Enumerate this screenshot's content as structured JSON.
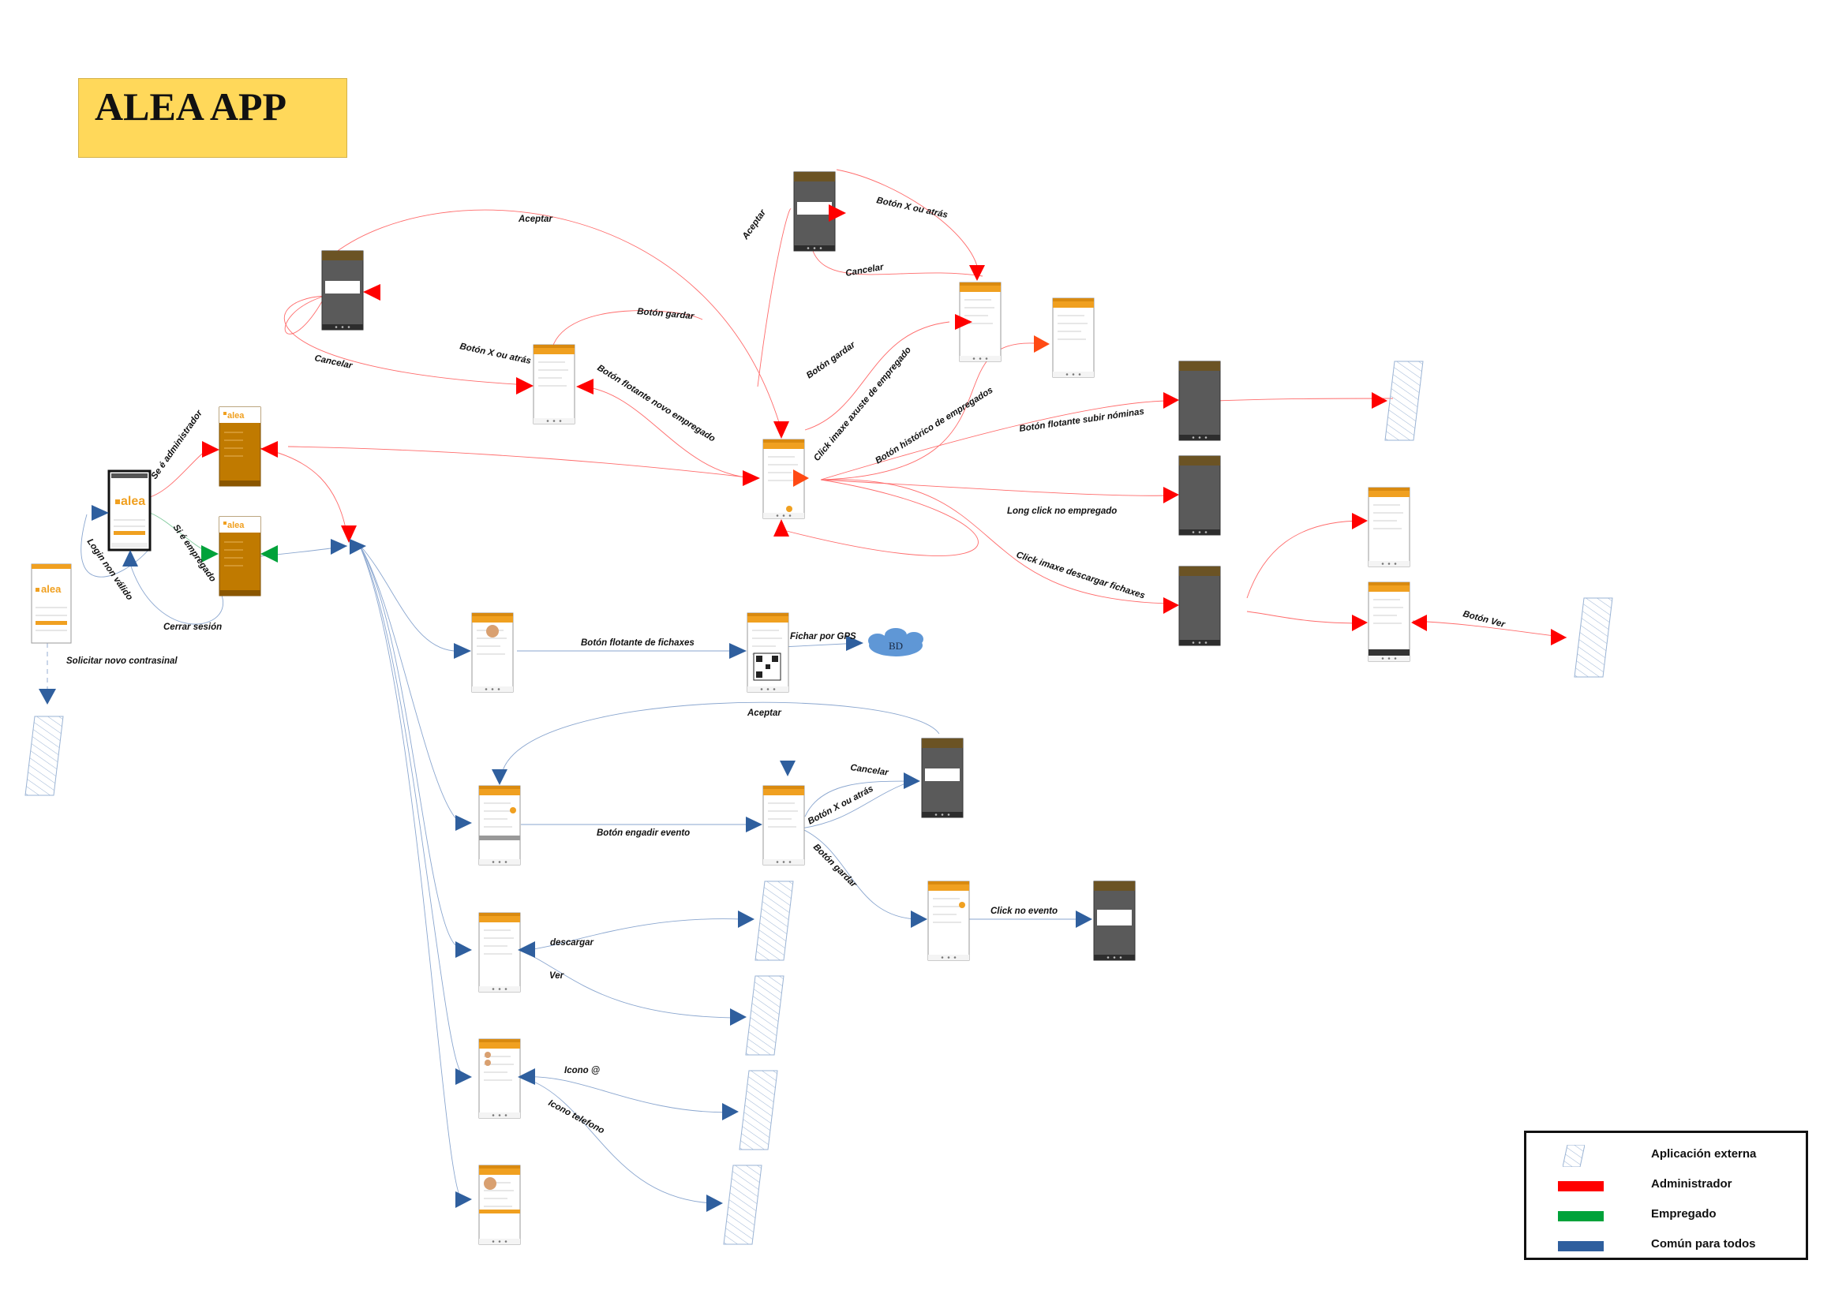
{
  "title": "ALEA APP",
  "colors": {
    "admin": "#ff0000",
    "empregado": "#00a23a",
    "comun": "#2f5f9e",
    "title_bg": "#ffd85a",
    "app_header": "#f0a020",
    "drawer_bg": "#c07a00",
    "cloud": "#5f97d6"
  },
  "legend": {
    "external_app": "Aplicación externa",
    "admin": "Administrador",
    "empregado": "Empregado",
    "comun": "Común para todos"
  },
  "screen_texts": {
    "logo": "alea",
    "database": "BD"
  },
  "edges": {
    "solicitar_contrasinal": "Solicitar novo contrasinal",
    "login_non_valido": "Login non válido",
    "se_administrador": "Se é administrador",
    "si_empregado": "Si é empregado",
    "cerrar_sesion": "Cerrar sesión",
    "aceptar_top_left": "Aceptar",
    "cancelar_left": "Cancelar",
    "boton_x_left": "Botón X ou atrás",
    "boton_gardar_top": "Botón gardar",
    "boton_flotante_novo": "Botón flotante novo empregado",
    "aceptar_top_center": "Aceptar",
    "boton_x_right": "Botón X ou atrás",
    "cancelar_top_right": "Cancelar",
    "boton_gardar_right": "Botón gardar",
    "click_imaxe_axuste": "Click imaxe axuste de empregado",
    "boton_historico": "Botón histórico de empregados",
    "boton_subir_nominas": "Botón flotante subir nóminas",
    "long_click": "Long click no empregado",
    "click_descargar_fichaxes": "Click imaxe descargar fichaxes",
    "boton_ver": "Botón Ver",
    "boton_flotante_fichaxes": "Botón flotante de fichaxes",
    "fichar_gps": "Fichar por GPS",
    "aceptar_evento": "Aceptar",
    "cancelar_evento": "Cancelar",
    "boton_x_evento": "Botón X ou atrás",
    "boton_engadir_evento": "Botón engadir evento",
    "boton_gardar_evento": "Botón gardar",
    "click_no_evento": "Click no evento",
    "descargar": "descargar",
    "ver": "Ver",
    "icono_arroba": "Icono @",
    "icono_telefono": "Icono telefono"
  }
}
